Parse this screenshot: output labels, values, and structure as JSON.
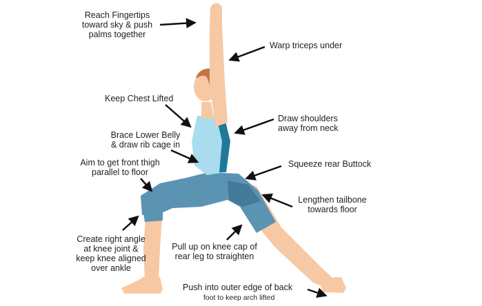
{
  "colors": {
    "skin": "#f6c9a4",
    "skin_shade": "#e8ad84",
    "hair": "#c8743f",
    "top": "#a9dcef",
    "top_trim": "#1f7a9a",
    "pants": "#5b93b3",
    "pants_dark": "#44799a",
    "arrow": "#111111"
  },
  "annotations": [
    {
      "id": "fingertips",
      "text": "Reach Fingertips\ntoward sky & push\npalms together"
    },
    {
      "id": "triceps",
      "text": "Warp triceps under"
    },
    {
      "id": "chest",
      "text": "Keep Chest Lifted"
    },
    {
      "id": "shoulders",
      "text": "Draw shoulders\naway from neck"
    },
    {
      "id": "belly",
      "text": "Brace Lower Belly\n& draw rib cage in"
    },
    {
      "id": "buttock",
      "text": "Squeeze rear Buttock"
    },
    {
      "id": "thigh",
      "text": "Aim to get front thigh\nparallel to floor"
    },
    {
      "id": "tailbone",
      "text": "Lengthen tailbone\ntowards floor"
    },
    {
      "id": "knee",
      "text": "Create right angle\nat knee joint &\nkeep knee aligned\nover ankle"
    },
    {
      "id": "kneecap",
      "text": "Pull up on knee cap of\nrear leg to straighten"
    },
    {
      "id": "foot1",
      "text": "Push into outer edge of back"
    },
    {
      "id": "foot2",
      "text": "foot to keep arch lifted"
    }
  ]
}
